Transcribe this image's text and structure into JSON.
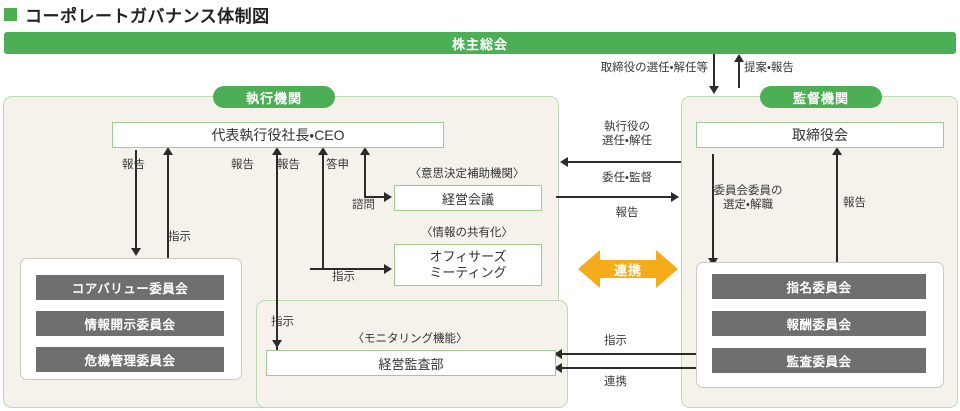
{
  "title": "コーポレートガバナンス体制図",
  "shareholders_meeting": "株主総会",
  "top_arrows": {
    "left_label": "取締役の選任・解任等",
    "right_label": "提案・報告"
  },
  "executive": {
    "pill": "執行機関",
    "ceo": "代表執行役社長・CEO",
    "advisory_caption": "〈意思決定補助機関〉",
    "advisory_box": "経営会議",
    "sharing_caption": "〈情報の共有化〉",
    "sharing_box": "オフィサーズ\nミーティング",
    "labels": {
      "report_1": "報告",
      "report_2": "報告",
      "report_3": "報告",
      "answer": "答申",
      "consult": "諮問",
      "instruct_committees": "指示",
      "instruct_officers": "指示",
      "instruct_audit": "指示",
      "instruct_monitor": "指示"
    },
    "committees": [
      "コアバリュー委員会",
      "情報開示委員会",
      "危機管理委員会"
    ]
  },
  "monitoring": {
    "caption": "〈モニタリング機能〉",
    "box": "経営監査部"
  },
  "supervisory": {
    "pill": "監督機関",
    "board": "取締役会",
    "labels": {
      "select_members": "委員会委員の\n選定・解職",
      "report": "報告"
    },
    "committees": [
      "指名委員会",
      "報酬委員会",
      "監査委員会"
    ]
  },
  "center_arrows": {
    "appoint": "執行役の\n選任・解任",
    "delegate": "委任・監督",
    "report": "報告",
    "link": "連携"
  },
  "bottom_arrows": {
    "instruct": "指示",
    "link": "連携"
  },
  "colors": {
    "green": "#4cae55",
    "panel_bg": "#f5f2ec",
    "panel_border": "#bcd9b4",
    "gray_item": "#6f6f6f",
    "orange": "#f5ac1b",
    "line": "#2b2b2b"
  }
}
